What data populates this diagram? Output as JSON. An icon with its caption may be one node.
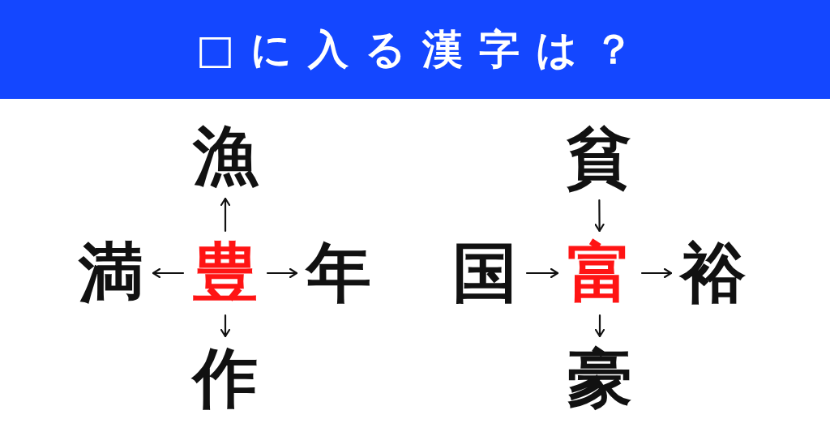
{
  "diagram": {
    "title": "□に入る漢字は？",
    "nodes": [
      {
        "text": [
          "漁"
        ]
      },
      {
        "text": [
          "満"
        ]
      },
      {
        "text": [
          "豊"
        ]
      },
      {
        "text": [
          "年"
        ]
      },
      {
        "text": [
          "作"
        ]
      },
      {
        "text": [
          "貧"
        ]
      },
      {
        "text": [
          "国"
        ]
      },
      {
        "text": [
          "富"
        ]
      },
      {
        "text": [
          "裕"
        ]
      },
      {
        "text": [
          "豪"
        ]
      }
    ],
    "edges": [
      {
        "from": 2,
        "to": 0,
        "arrow": "to"
      },
      {
        "from": 2,
        "to": 1,
        "arrow": "to"
      },
      {
        "from": 2,
        "to": 3,
        "arrow": "to"
      },
      {
        "from": 2,
        "to": 4,
        "arrow": "to"
      },
      {
        "from": 5,
        "to": 7,
        "arrow": "to"
      },
      {
        "from": 6,
        "to": 7,
        "arrow": "to"
      },
      {
        "from": 7,
        "to": 8,
        "arrow": "to"
      },
      {
        "from": 7,
        "to": 9,
        "arrow": "to"
      }
    ]
  }
}
